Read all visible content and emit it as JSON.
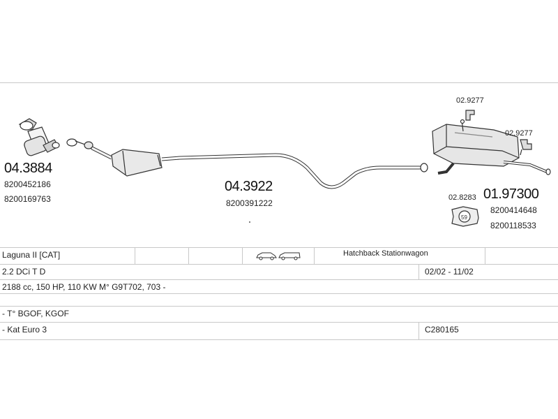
{
  "parts": [
    {
      "number": "04.3884",
      "refs": [
        "8200452186",
        "8200169763"
      ]
    },
    {
      "number": "04.3922",
      "refs": [
        "8200391222"
      ]
    },
    {
      "number": "01.97300",
      "refs": [
        "8200414648",
        "8200118533"
      ]
    }
  ],
  "small_parts": {
    "hanger_top": "02.9277",
    "hanger_right": "02.9277",
    "gasket": "02.8283"
  },
  "table": {
    "model": "Laguna II  [CAT]",
    "body_types": "Hatchback Stationwagon",
    "engine": "2.2 DCi T D",
    "dates": "02/02 - 11/02",
    "specs": "2188 cc, 150 HP, 110 KW M° G9T702, 703 -",
    "type_codes": "- T° BGOF, KGOF",
    "emission": "- Kat Euro 3",
    "code": "C280165"
  },
  "icons": [
    "hatchback-car-icon",
    "stationwagon-car-icon"
  ]
}
